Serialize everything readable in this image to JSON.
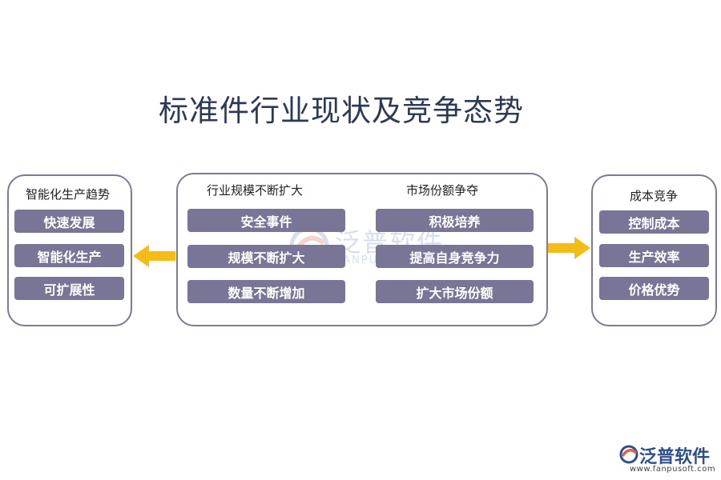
{
  "title": "标准件行业现状及竞争态势",
  "left_panel": {
    "heading": "智能化生产趋势",
    "items": [
      "快速发展",
      "智能化生产",
      "可扩展性"
    ]
  },
  "middle_panel": {
    "col1": {
      "heading": "行业规模不断扩大",
      "items": [
        "安全事件",
        "规模不断扩大",
        "数量不断增加"
      ]
    },
    "col2": {
      "heading": "市场份额争夺",
      "items": [
        "积极培养",
        "提高自身竞争力",
        "扩大市场份额"
      ]
    }
  },
  "right_panel": {
    "heading": "成本竞争",
    "items": [
      "控制成本",
      "生产效率",
      "价格优势"
    ]
  },
  "watermark": {
    "name": "泛普软件",
    "sub": "FANPUSOFT"
  },
  "brand": {
    "name": "泛普软件",
    "url": "www.fanpusoft.com"
  },
  "colors": {
    "pill": "#787597",
    "border": "#7d7a96",
    "arrow": "#f5bc18",
    "title": "#2c3a56"
  }
}
